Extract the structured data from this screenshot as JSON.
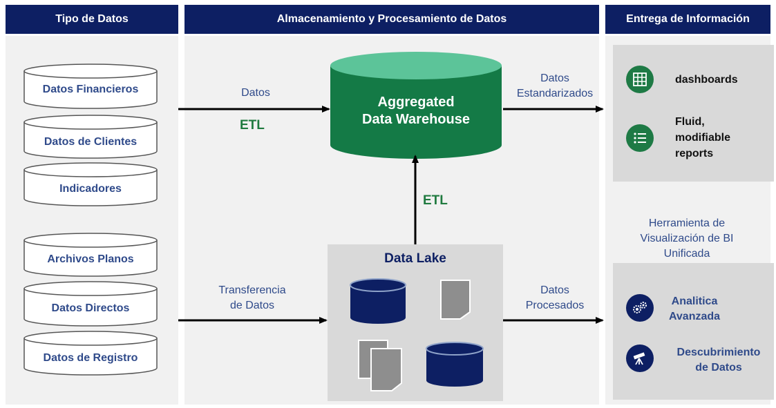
{
  "headers": {
    "data_types": "Tipo de Datos",
    "storage": "Almacenamiento y Procesamiento de Datos",
    "delivery": "Entrega de Información"
  },
  "sources_group_1": [
    {
      "label": "Datos Financieros"
    },
    {
      "label": "Datos de Clientes"
    },
    {
      "label": "Indicadores"
    }
  ],
  "sources_group_2": [
    {
      "label": "Archivos Planos"
    },
    {
      "label": "Datos Directos"
    },
    {
      "label": "Datos de Registro"
    }
  ],
  "flows": {
    "top_in_label": "Datos",
    "top_in_etl": "ETL",
    "bottom_in_label_1": "Transferencia",
    "bottom_in_label_2": "de Datos",
    "vertical_etl": "ETL",
    "top_out_label_1": "Datos",
    "top_out_label_2": "Estandarizados",
    "bottom_out_label_1": "Datos",
    "bottom_out_label_2": "Procesados"
  },
  "warehouse": {
    "title_line1": "Aggregated",
    "title_line2": "Data Warehouse"
  },
  "data_lake": {
    "title": "Data Lake"
  },
  "delivery_top": [
    {
      "icon": "grid-icon",
      "lines": [
        "dashboards"
      ]
    },
    {
      "icon": "list-icon",
      "lines": [
        "Fluid,",
        "modifiable",
        "reports"
      ]
    }
  ],
  "bi_tool": {
    "line1": "Herramienta de",
    "line2": "Visualización de BI",
    "line3": "Unificada"
  },
  "delivery_bottom": [
    {
      "icon": "gears-icon",
      "lines": [
        "Analitica",
        "Avanzada"
      ]
    },
    {
      "icon": "telescope-icon",
      "lines": [
        "Descubrimiento",
        "de Datos"
      ]
    }
  ],
  "colors": {
    "navy": "#0d1f63",
    "green": "#1e7a45",
    "label_blue": "#2f4a8a",
    "panel_gray": "#d9d9d9"
  }
}
